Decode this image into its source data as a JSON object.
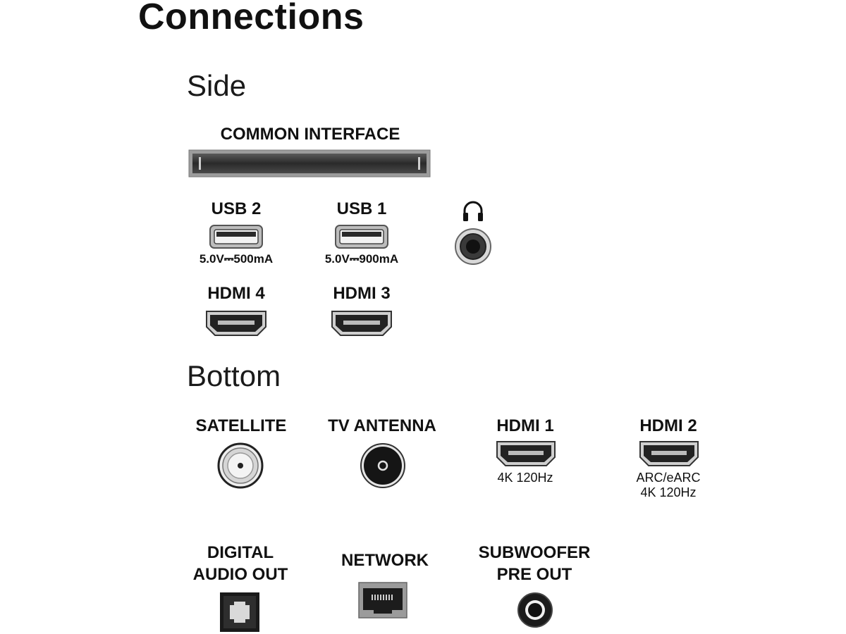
{
  "title": "Connections",
  "sections": {
    "side": "Side",
    "bottom": "Bottom"
  },
  "side": {
    "common_interface": {
      "label": "COMMON INTERFACE"
    },
    "usb2": {
      "label": "USB 2",
      "rating": "5.0V⎓500mA"
    },
    "usb1": {
      "label": "USB 1",
      "rating": "5.0V⎓900mA"
    },
    "headphone": {
      "icon": "headphones-icon"
    },
    "hdmi4": {
      "label": "HDMI 4"
    },
    "hdmi3": {
      "label": "HDMI 3"
    }
  },
  "bottom": {
    "satellite": {
      "label": "SATELLITE"
    },
    "tv_antenna": {
      "label": "TV ANTENNA"
    },
    "hdmi1": {
      "label": "HDMI 1",
      "spec": "4K 120Hz"
    },
    "hdmi2": {
      "label": "HDMI 2",
      "spec_line1": "ARC/eARC",
      "spec_line2": "4K 120Hz"
    },
    "digital_audio_out": {
      "label_line1": "DIGITAL",
      "label_line2": "AUDIO OUT"
    },
    "network": {
      "label": "NETWORK"
    },
    "subwoofer": {
      "label_line1": "SUBWOOFER",
      "label_line2": "PRE OUT"
    }
  },
  "colors": {
    "text": "#111111",
    "port_dark": "#1c1c1c",
    "port_gray": "#9a9a9a"
  }
}
